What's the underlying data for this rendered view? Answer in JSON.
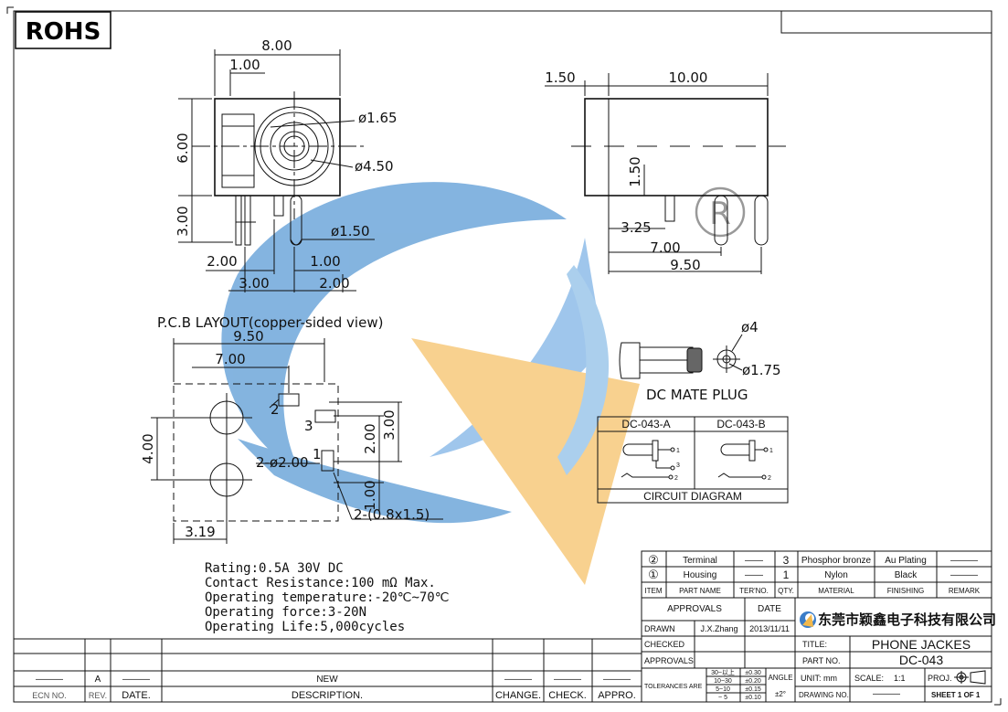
{
  "rohs": "ROHS",
  "dims": {
    "d_8_00": "8.00",
    "d_1_00_top": "1.00",
    "d_6_00": "6.00",
    "d_3_00_left": "3.00",
    "phi_1_65": "ø1.65",
    "phi_4_50": "ø4.50",
    "phi_1_50": "ø1.50",
    "d_2_00_a": "2.00",
    "d_1_00_b": "1.00",
    "d_3_00_b": "3.00",
    "d_2_00_b": "2.00",
    "d_1_50_side": "1.50",
    "d_10_00": "10.00",
    "d_1_50_v": "1.50",
    "d_3_25": "3.25",
    "d_7_00_side": "7.00",
    "d_9_50_side": "9.50",
    "pcb_title": "P.C.B LAYOUT(copper-sided view)",
    "pcb_9_50": "9.50",
    "pcb_7_00": "7.00",
    "pcb_4_00": "4.00",
    "pcb_2_00": "2.00",
    "pcb_3_00": "3.00",
    "pcb_1_00": "1.00",
    "pcb_3_19": "3.19",
    "pcb_holes": "2-ø2.00",
    "pcb_slots": "2-(0.8x1.5)",
    "pin_1": "1",
    "pin_2": "2",
    "pin_3": "3",
    "plug_phi_4": "ø4",
    "plug_phi_1_75": "ø1.75",
    "plug_label": "DC MATE PLUG"
  },
  "circuit": {
    "col_a": "DC-043-A",
    "col_b": "DC-043-B",
    "caption": "CIRCUIT DIAGRAM",
    "n1": "1",
    "n2": "2",
    "n3": "3"
  },
  "notes": [
    "Rating:0.5A 30V DC",
    "Contact Resistance:100 mΩ Max.",
    "Operating temperature:-20℃~70℃",
    "Operating force:3-20N",
    "Operating Life:5,000cycles"
  ],
  "bom": {
    "rows": [
      {
        "item": "②",
        "name": "Terminal",
        "no": "——",
        "qty": "3",
        "material": "Phosphor bronze",
        "finishing": "Au Plating",
        "remark": "———"
      },
      {
        "item": "①",
        "name": "Housing",
        "no": "——",
        "qty": "1",
        "material": "Nylon",
        "finishing": "Black",
        "remark": "———"
      }
    ],
    "header": {
      "item": "ITEM",
      "name": "PART NAME",
      "no": "TER'NO.",
      "qty": "QTY.",
      "material": "MATERIAL",
      "finishing": "FINISHING",
      "remark": "REMARK"
    }
  },
  "title_block": {
    "approvals": "APPROVALS",
    "date": "DATE",
    "drawn": "DRAWN",
    "drawn_by": "J.X.Zhang",
    "drawn_date": "2013/11/11",
    "checked": "CHECKED",
    "approvals2": "APPROVALS",
    "company": "东莞市颖鑫电子科技有限公司",
    "title_label": "TITLE:",
    "title_value": "PHONE JACKES",
    "part_label": "PART NO.",
    "part_value": "DC-043",
    "tolerances": "TOLERANCES ARE",
    "tol": [
      {
        "range": "30~以上",
        "val": "±0.30"
      },
      {
        "range": "10~30",
        "val": "±0.20"
      },
      {
        "range": "5~10",
        "val": "±0.15"
      },
      {
        "range": "~ 5",
        "val": "±0.10"
      }
    ],
    "angle": "ANGLE",
    "angle_val": "±2°",
    "unit": "UNIT: mm",
    "scale": "SCALE:",
    "scale_val": "1:1",
    "proj": "PROJ.",
    "drawing_no": "DRAWING NO.",
    "drawing_no_val": "———",
    "sheet": "SHEET  1  OF  1"
  },
  "revision": {
    "ecn": "ECN NO.",
    "rev": "REV.",
    "date": "DATE.",
    "desc": "DESCRIPTION.",
    "change": "CHANGE.",
    "check": "CHECK.",
    "appro": "APPRO.",
    "row_rev": "A",
    "row_desc": "NEW",
    "dash": "———"
  }
}
